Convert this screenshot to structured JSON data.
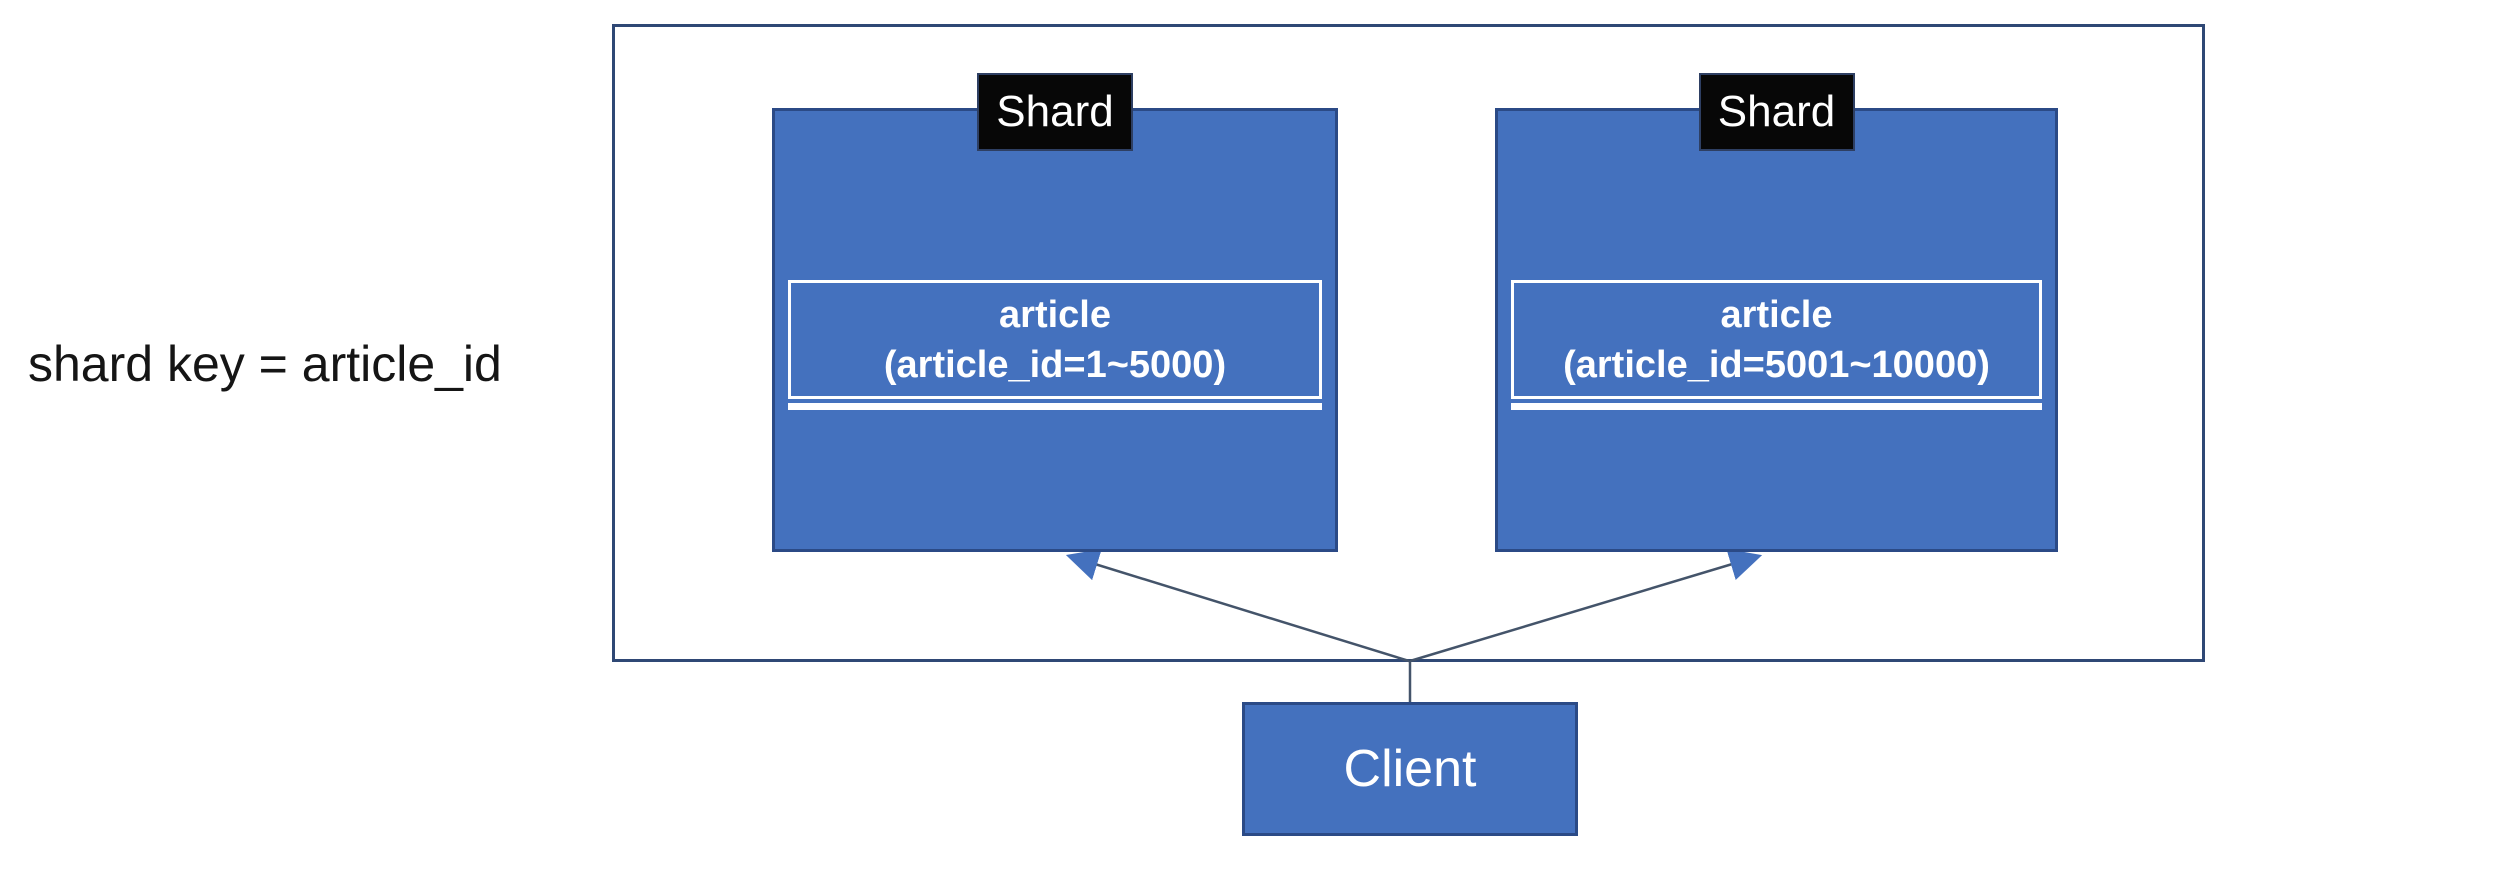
{
  "annotation": {
    "shard_key_label": "shard key = article_id"
  },
  "cluster": {
    "shards": [
      {
        "badge": "Shard",
        "table_name": "article",
        "id_range": "(article_id=1~5000)"
      },
      {
        "badge": "Shard",
        "table_name": "article",
        "id_range": "(article_id=5001~10000)"
      }
    ]
  },
  "client": {
    "label": "Client"
  },
  "colors": {
    "shard_fill": "#4471BE",
    "shard_border": "#2B4A86",
    "boundary_border": "#2F4875",
    "badge_fill": "#070707",
    "badge_text": "#FFFFFF",
    "table_border": "#FFFFFF",
    "table_text": "#FFFFFF",
    "connector_line": "#44546A",
    "arrowhead_fill": "#4471BE",
    "annotation_text": "#151515",
    "background": "#FFFFFF"
  }
}
